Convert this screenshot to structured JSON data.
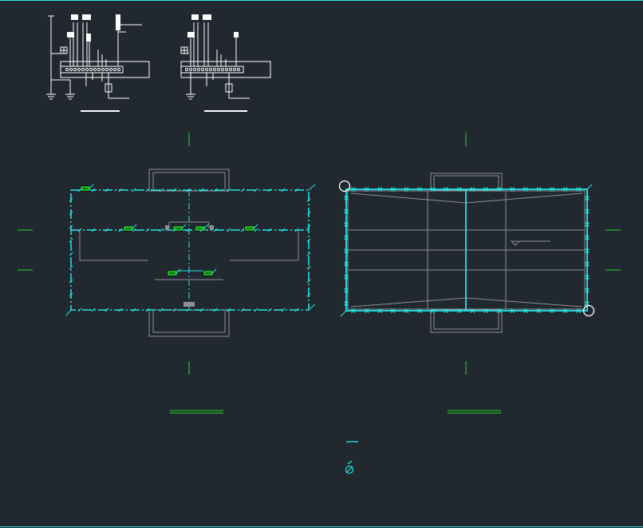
{
  "colors": {
    "background": "#212830",
    "cyan": "#27e6e6",
    "green": "#22dd22",
    "white": "#ffffff",
    "gray": "#8a8f94",
    "symbol_fill": "#1fcf1f"
  },
  "icons": {
    "lighting_fixture": "green-rect-with-diagonal-tick",
    "air_terminal": "x-mark",
    "ground_connection": "circle",
    "legend_symbol": "circle-with-slash"
  },
  "schematics": [
    {
      "id": "panel-left"
    },
    {
      "id": "panel-right"
    }
  ]
}
